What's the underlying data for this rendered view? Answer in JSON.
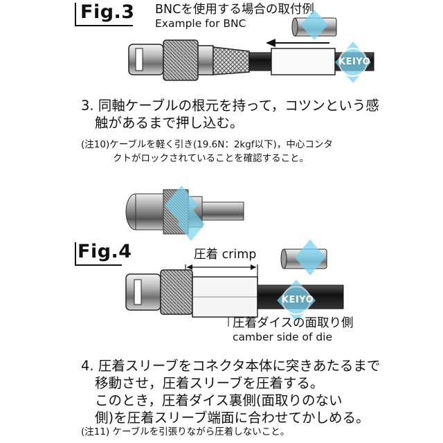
{
  "fig3": {
    "label": "Fig.3",
    "title_jp": "BNCを使用する場合の取付例",
    "title_en": "Example for BNC"
  },
  "watermark": "KEIYO",
  "step3": {
    "line1": "3. 同軸ケーブルの根元を持って，コツンという感",
    "line2": "触があるまで押し込む。"
  },
  "note10": {
    "line1": "(注10)ケーブルを軽く引き(19.6N：2kgf以下)，中心コンタ",
    "line2": "クトがロックされていることを確認すること。"
  },
  "fig4": {
    "label": "Fig.4",
    "crimp_label": "圧着 crimp",
    "die_side_jp": "圧着ダイスの面取り側",
    "die_side_en": "camber side of die"
  },
  "step4": {
    "line1": "4. 圧着スリーブをコネクタ本体に突きあたるまで",
    "line2": "移動させ，圧着スリーブを圧着する。",
    "line3": "このとき，圧着ダイス裏側(面取りのない",
    "line4": "側)を圧着スリーブ端面に合わせてかしめる。"
  },
  "note11": {
    "line1": "(注11) ケーブルを引張りながら圧着しないこと。"
  }
}
